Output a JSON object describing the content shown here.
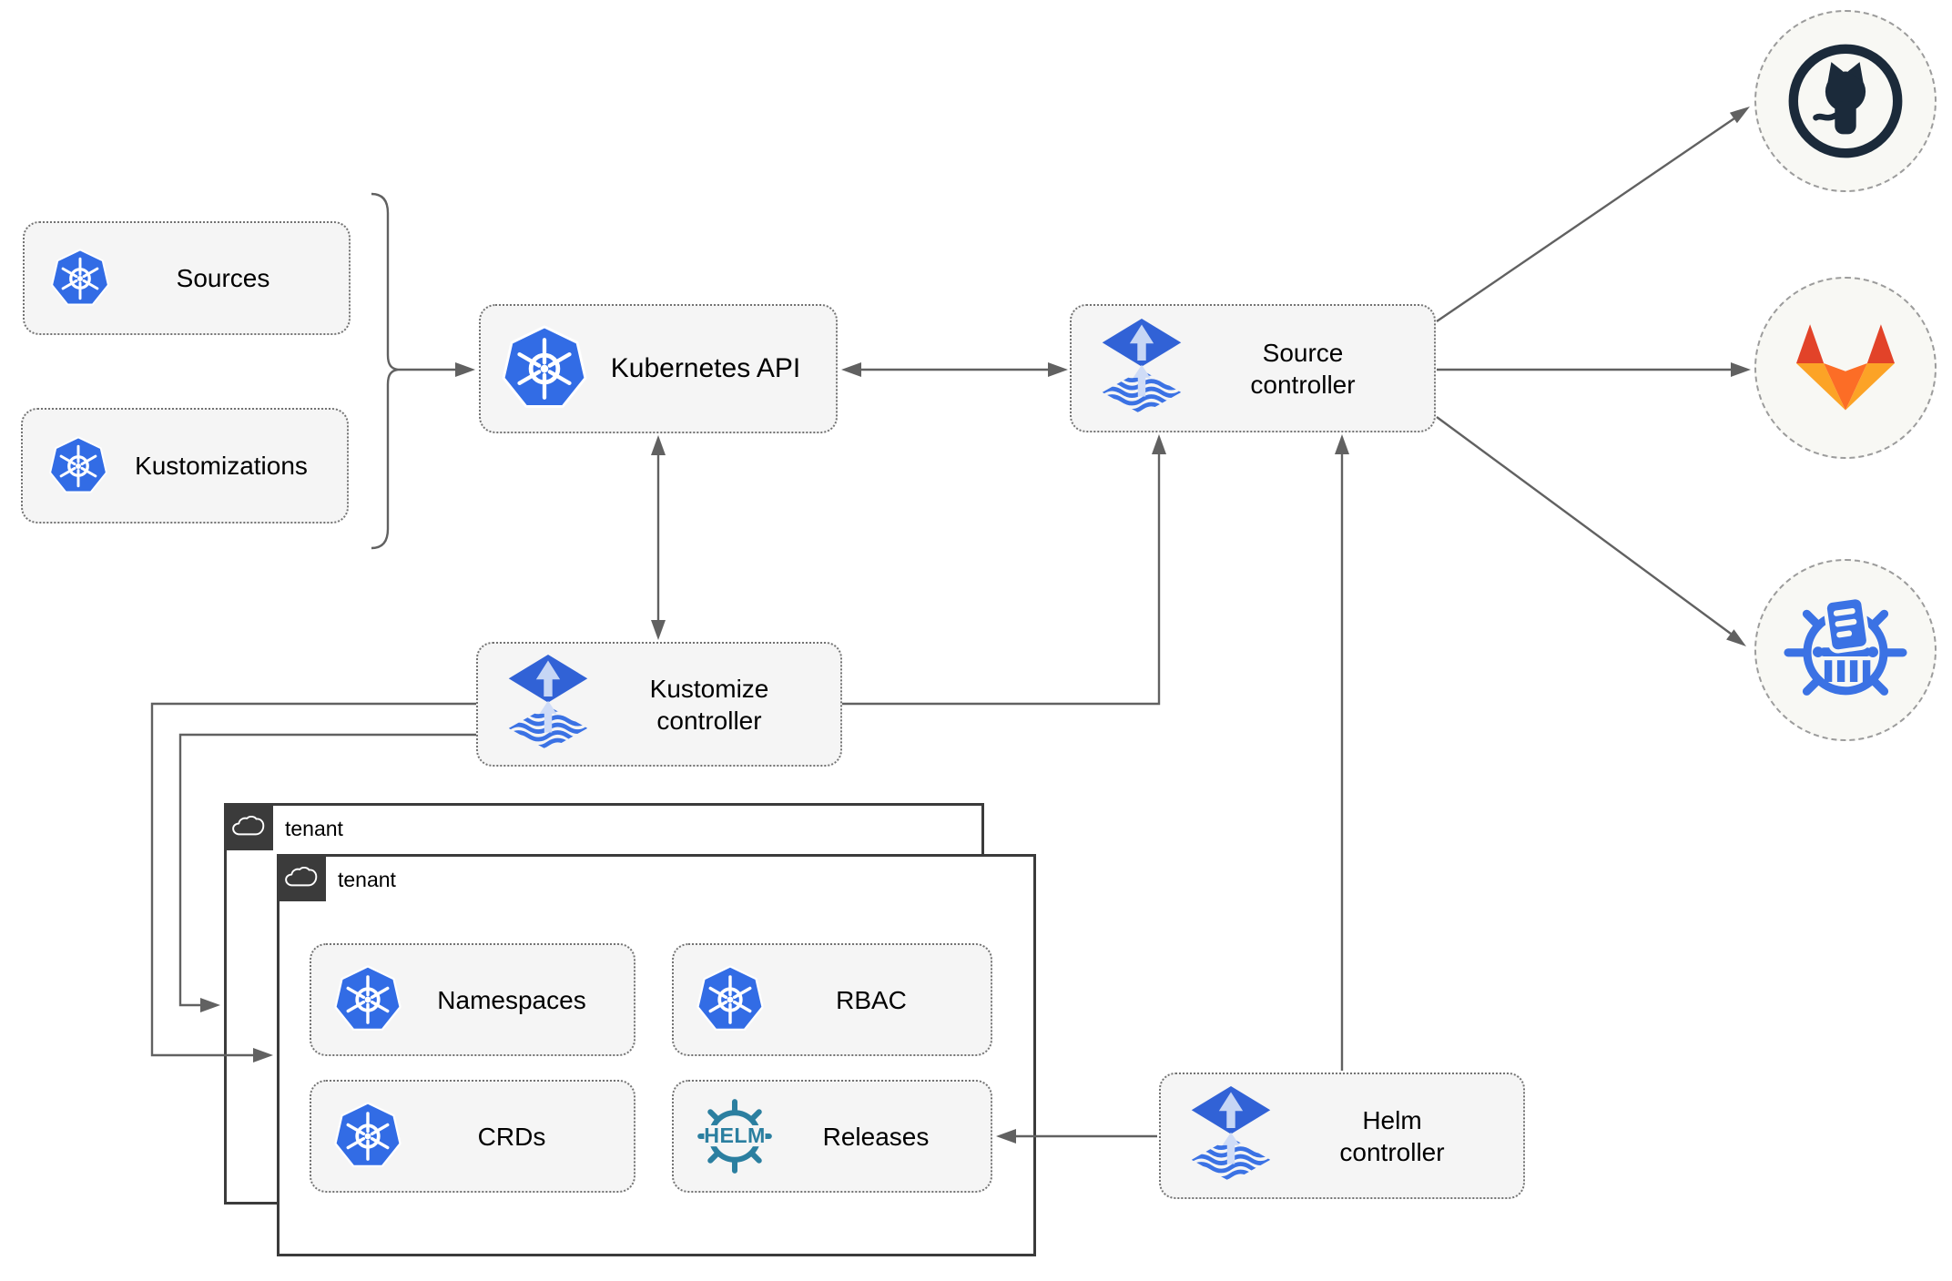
{
  "nodes": {
    "sources": {
      "label": "Sources"
    },
    "kustomizations": {
      "label": "Kustomizations"
    },
    "kubernetes_api": {
      "label": "Kubernetes API"
    },
    "source_controller": {
      "label": "Source\ncontroller"
    },
    "kustomize_controller": {
      "label": "Kustomize\ncontroller"
    },
    "helm_controller": {
      "label": "Helm\ncontroller"
    },
    "tenant_back": {
      "label": "tenant"
    },
    "tenant_front": {
      "label": "tenant"
    },
    "namespaces": {
      "label": "Namespaces"
    },
    "rbac": {
      "label": "RBAC"
    },
    "crds": {
      "label": "CRDs"
    },
    "releases": {
      "label": "Releases",
      "icon_text": "HELM"
    }
  },
  "icons": {
    "kubernetes": "kubernetes-logo-icon",
    "flux": "flux-logo-icon",
    "helm_wheel": "helm-wheel-icon",
    "cloud": "cloud-icon",
    "github": "github-logo-icon",
    "gitlab": "gitlab-logo-icon",
    "chartmuseum": "chartmuseum-logo-icon"
  },
  "colors": {
    "kubernetes_blue": "#326ce5",
    "flux_blue": "#3162d6",
    "flux_light_arrow": "#c6d6f5",
    "helm_teal": "#2b7fa0",
    "github_dark": "#1b2a3a",
    "gitlab_red": "#e24329",
    "gitlab_orange": "#fc6d26",
    "gitlab_yellow": "#fca326",
    "chartmuseum_blue": "#3b72e4",
    "connector_gray": "#616161",
    "node_fill": "#f5f5f5",
    "node_border": "#737373",
    "tenant_border": "#3b3b3b",
    "endpoint_fill": "#f8f8f4"
  }
}
